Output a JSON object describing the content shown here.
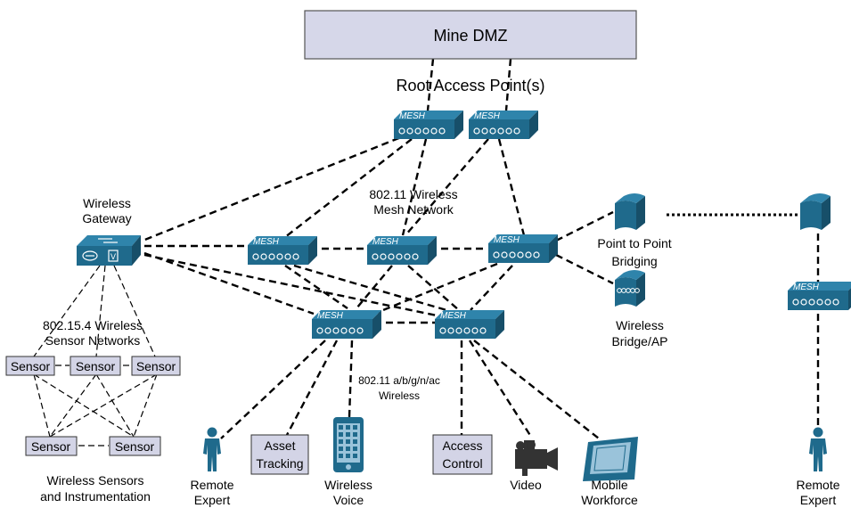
{
  "dmz": {
    "label": "Mine DMZ"
  },
  "root_ap": {
    "label": "Root Access Point(s)"
  },
  "mesh": {
    "badge": "MESH"
  },
  "mesh_network": {
    "line1": "802.11 Wireless",
    "line2": "Mesh Network"
  },
  "gateway": {
    "line1": "Wireless",
    "line2": "Gateway",
    "v_badge": "V"
  },
  "sensor_net": {
    "line1": "802.15.4 Wireless",
    "line2": "Sensor Networks"
  },
  "sensor": {
    "label": "Sensor"
  },
  "sensors_caption": {
    "line1": "Wireless Sensors",
    "line2": "and Instrumentation"
  },
  "p2p": {
    "line1": "Point to Point",
    "line2": "Bridging"
  },
  "bridge": {
    "line1": "Wireless",
    "line2": "Bridge/AP"
  },
  "client_wireless": {
    "line1": "802.11 a/b/g/n/ac",
    "line2": "Wireless"
  },
  "remote_expert": {
    "line1": "Remote",
    "line2": "Expert"
  },
  "asset_tracking": {
    "line1": "Asset",
    "line2": "Tracking"
  },
  "wireless_voice": {
    "line1": "Wireless",
    "line2": "Voice"
  },
  "access_control": {
    "line1": "Access",
    "line2": "Control"
  },
  "video": {
    "label": "Video"
  },
  "mobile_workforce": {
    "line1": "Mobile",
    "line2": "Workforce"
  },
  "colors": {
    "device": "#1f6a8c",
    "device_light": "#2f84ab",
    "box_fill": "#d3d4e6",
    "dmz_fill": "#d6d7e9"
  }
}
